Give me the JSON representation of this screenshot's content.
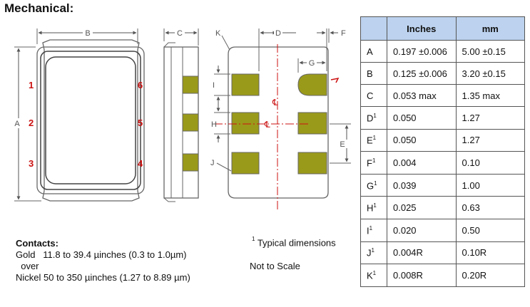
{
  "title": "Mechanical:",
  "drawing": {
    "labels": {
      "A": "A",
      "B": "B",
      "C": "C",
      "D": "D",
      "E": "E",
      "F": "F",
      "G": "G",
      "H": "H",
      "I": "I",
      "J": "J",
      "K": "K"
    },
    "pins": [
      "1",
      "2",
      "3",
      "6",
      "5",
      "4"
    ],
    "centerline_symbol": "℄"
  },
  "contacts": {
    "heading": "Contacts:",
    "line1": "Gold   11.8 to 39.4 µinches (0.3 to 1.0µm)",
    "line2": "  over",
    "line3": "Nickel 50 to 350 µinches (1.27 to 8.89 µm)"
  },
  "footnote": {
    "mark": "1",
    "text": " Typical dimensions"
  },
  "not_to_scale": "Not to Scale",
  "table": {
    "headers": [
      "",
      "Inches",
      "mm"
    ],
    "rows": [
      {
        "dim": "A",
        "sup": "",
        "inches": "0.197 ±0.006",
        "mm": "5.00 ±0.15"
      },
      {
        "dim": "B",
        "sup": "",
        "inches": "0.125 ±0.006",
        "mm": "3.20 ±0.15"
      },
      {
        "dim": "C",
        "sup": "",
        "inches": "0.053 max",
        "mm": "1.35 max"
      },
      {
        "dim": "D",
        "sup": "1",
        "inches": "0.050",
        "mm": "1.27"
      },
      {
        "dim": "E",
        "sup": "1",
        "inches": "0.050",
        "mm": "1.27"
      },
      {
        "dim": "F",
        "sup": "1",
        "inches": "0.004",
        "mm": "0.10"
      },
      {
        "dim": "G",
        "sup": "1",
        "inches": "0.039",
        "mm": "1.00"
      },
      {
        "dim": "H",
        "sup": "1",
        "inches": "0.025",
        "mm": "0.63"
      },
      {
        "dim": "I",
        "sup": "1",
        "inches": "0.020",
        "mm": "0.50"
      },
      {
        "dim": "J",
        "sup": "1",
        "inches": "0.004R",
        "mm": "0.10R"
      },
      {
        "dim": "K",
        "sup": "1",
        "inches": "0.008R",
        "mm": "0.20R"
      }
    ]
  },
  "colors": {
    "pad": "#9a9a1a",
    "pin_numbers": "#cc1111",
    "centerline": "#cc1111",
    "table_header": "#bcd2ee"
  }
}
